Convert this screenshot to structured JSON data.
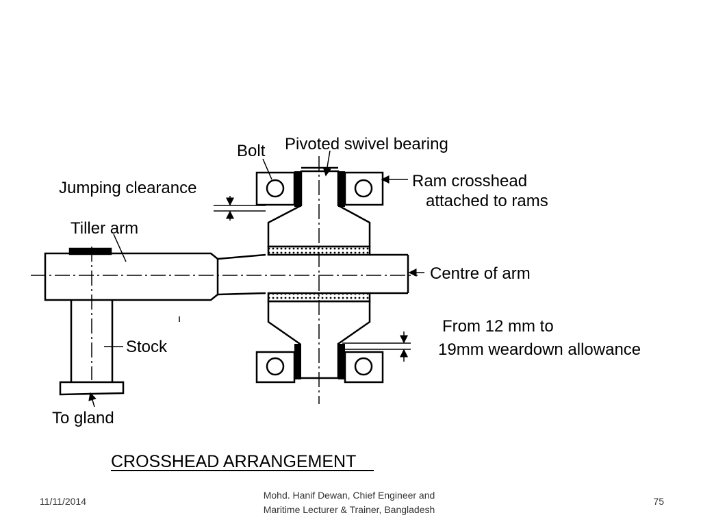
{
  "labels": {
    "bolt": "Bolt",
    "pivoted_swivel_bearing": "Pivoted swivel bearing",
    "jumping_clearance": "Jumping clearance",
    "ram_crosshead_line1": "Ram crosshead",
    "ram_crosshead_line2": "attached to rams",
    "tiller_arm": "Tiller arm",
    "centre_of_arm": "Centre of arm",
    "stock": "Stock",
    "weardown_line1": "From 12 mm to",
    "weardown_line2": "19mm weardown allowance",
    "to_gland": "To gland",
    "title": "CROSSHEAD ARRANGEMENT"
  },
  "footer": {
    "date": "11/11/2014",
    "author_line1": "Mohd. Hanif Dewan, Chief Engineer and",
    "author_line2": "Maritime Lecturer & Trainer, Bangladesh",
    "page": "75"
  }
}
